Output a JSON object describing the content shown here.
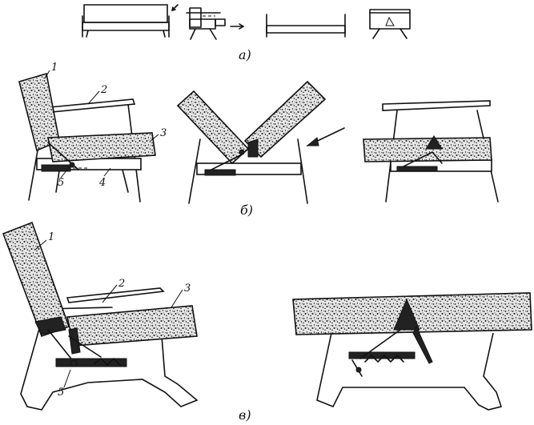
{
  "captions": {
    "a": "а)",
    "b": "б)",
    "v": "в)"
  },
  "part_labels": {
    "p1": "1",
    "p2": "2",
    "p3": "3",
    "p4": "4",
    "p5": "5"
  },
  "colors": {
    "ink": "#111111",
    "paper": "#ffffff"
  }
}
